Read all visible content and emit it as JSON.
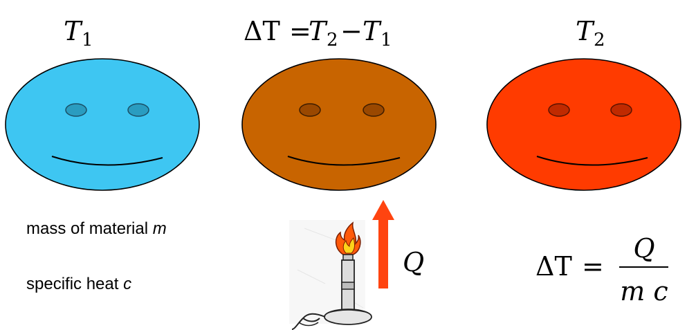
{
  "labels": {
    "t1": {
      "sym": "T",
      "sub": "1"
    },
    "delta": {
      "delta": "ΔT",
      "eq": "=",
      "t2": "T",
      "t2sub": "2",
      "minus": "−",
      "t1": "T",
      "t1sub": "1"
    },
    "t2": {
      "sym": "T",
      "sub": "2"
    }
  },
  "properties": {
    "mass_text": "mass of material ",
    "mass_var": "m",
    "heat_text": "specific heat ",
    "heat_var": "c"
  },
  "heat_symbol": "Q",
  "formula": {
    "lhs": "ΔT",
    "eq": "=",
    "num": "Q",
    "den": "m c"
  },
  "colors": {
    "cold": "#3ec6f2",
    "cold_eye": "#2a9cc0",
    "warm": "#c86400",
    "warm_eye": "#9a4800",
    "hot": "#ff3b00",
    "hot_eye": "#c02a00",
    "arrow": "#ff4410",
    "flame_outer": "#ff5a0a",
    "flame_inner": "#ffd21a"
  },
  "icons": {
    "cold_face": "smiley-face-icon",
    "warm_face": "smiley-face-icon",
    "hot_face": "smiley-face-icon",
    "burner": "bunsen-burner-icon",
    "arrow": "arrow-up-icon"
  }
}
